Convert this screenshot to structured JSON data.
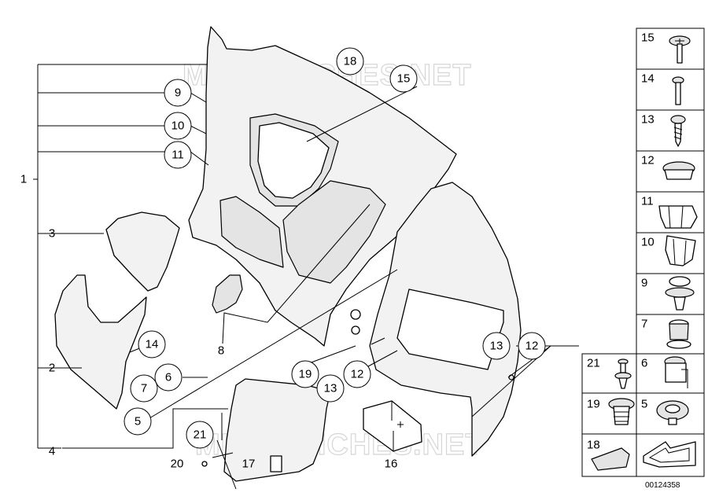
{
  "watermark": {
    "text": "MICROFICHES.NET"
  },
  "drawing_id": "00124358",
  "callouts": {
    "c18": "18",
    "c15": "15",
    "c9": "9",
    "c10": "10",
    "c11": "11",
    "c14": "14",
    "c6": "6",
    "c7": "7",
    "c5": "5",
    "c19": "19",
    "c12a": "12",
    "c13a": "13",
    "c13b": "13",
    "c12b": "12",
    "c21": "21"
  },
  "plain_labels": {
    "l1": "1",
    "l3": "3",
    "l2": "2",
    "l4": "4",
    "l8": "8",
    "l20": "20",
    "l17": "17",
    "l16": "16"
  },
  "side_panel": {
    "cells": [
      {
        "label": "15",
        "icon": "torx-screw-icon"
      },
      {
        "label": "14",
        "icon": "screw-icon"
      },
      {
        "label": "13",
        "icon": "self-tapping-screw-icon"
      },
      {
        "label": "12",
        "icon": "grommet-plug-icon"
      },
      {
        "label": "11",
        "icon": "retaining-clip-icon"
      },
      {
        "label": "10",
        "icon": "spring-clip-icon"
      },
      {
        "label": "9",
        "icon": "expanding-rivet-icon"
      },
      {
        "label": "7",
        "icon": "plastic-nut-icon"
      },
      {
        "label": "21",
        "icon": "push-pin-icon"
      },
      {
        "label": "6",
        "icon": "clip-nut-icon"
      },
      {
        "label": "19",
        "icon": "spreader-rivet-icon"
      },
      {
        "label": "5",
        "icon": "cap-icon"
      },
      {
        "label": "18",
        "icon": "sound-pad-icon"
      },
      {
        "label": "",
        "icon": "arrow-icon"
      }
    ]
  }
}
